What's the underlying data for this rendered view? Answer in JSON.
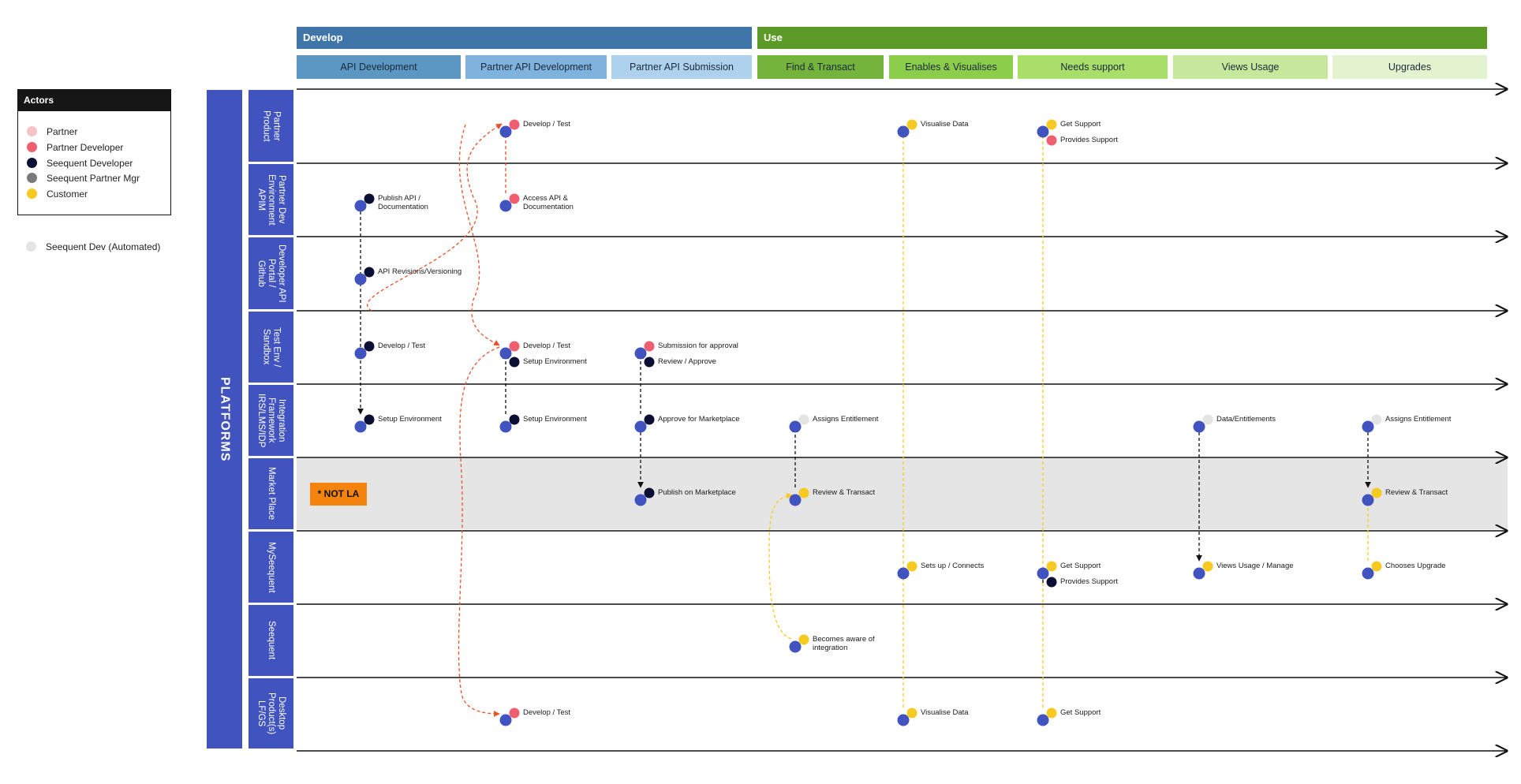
{
  "phases": [
    {
      "label": "Develop",
      "color": "#3f75a8"
    },
    {
      "label": "Use",
      "color": "#5c9a28"
    }
  ],
  "stages": [
    {
      "label": "API Development",
      "color": "#5b97c2"
    },
    {
      "label": "Partner API Development",
      "color": "#7fb2dd"
    },
    {
      "label": "Partner API Submission",
      "color": "#aed2ee"
    },
    {
      "label": "Find & Transact",
      "color": "#74b33c"
    },
    {
      "label": "Enables & Visualises",
      "color": "#8dcd4c"
    },
    {
      "label": "Needs support",
      "color": "#aade6a"
    },
    {
      "label": "Views Usage",
      "color": "#c6e89c"
    },
    {
      "label": "Upgrades",
      "color": "#e3f3cf"
    }
  ],
  "legend": {
    "title": "Actors",
    "items": [
      {
        "label": "Partner",
        "color": "#f5c2c6"
      },
      {
        "label": "Partner Developer",
        "color": "#ef5f70"
      },
      {
        "label": "Seequent Developer",
        "color": "#0b0f33"
      },
      {
        "label": "Seequent Partner Mgr",
        "color": "#7a7a7a"
      },
      {
        "label": "Customer",
        "color": "#f7ca22"
      }
    ],
    "extra": {
      "label": "Seequent Dev (Automated)",
      "color": "#e4e4e4"
    }
  },
  "platforms_title": "PLATFORMS",
  "lanes": [
    {
      "label": "Partner\nProduct"
    },
    {
      "label": "Partner Dev\nEnvironment\nAPIM"
    },
    {
      "label": "Developer API\nPortal /\nGithub"
    },
    {
      "label": "Test Env /\nSandbox"
    },
    {
      "label": "Integration\nFramework\nIRS/LMS/IDP"
    },
    {
      "label": "Market Place"
    },
    {
      "label": "MySeequent"
    },
    {
      "label": "Seequent"
    },
    {
      "label": "Desktop\nProduct(s)\nLF/GS"
    }
  ],
  "highlighted_lane": "Market Place",
  "note": "* NOT LA",
  "colors": {
    "platform_blue": "#4053bf",
    "lane_highlight": "#e5e5e5",
    "develop_arrow": "#e8532a",
    "customer_arrow": "#f7ca22",
    "internal_arrow": "#111111"
  },
  "events": [
    {
      "col": "api",
      "lane": 1,
      "actor": "Seequent Developer",
      "label": "Publish API /\nDocumentation"
    },
    {
      "col": "api",
      "lane": 2,
      "actor": "Seequent Developer",
      "label": "API Revisions/Versioning"
    },
    {
      "col": "api",
      "lane": 3,
      "actor": "Seequent Developer",
      "label": "Develop / Test"
    },
    {
      "col": "api",
      "lane": 4,
      "actor": "Seequent Developer",
      "label": "Setup Environment"
    },
    {
      "col": "partner",
      "lane": 0,
      "actor": "Partner Developer",
      "label": "Develop / Test"
    },
    {
      "col": "partner",
      "lane": 1,
      "actor": "Partner Developer",
      "label": "Access API &\nDocumentation"
    },
    {
      "col": "partner",
      "lane": 3,
      "actor": "Partner Developer",
      "label": "Develop / Test"
    },
    {
      "col": "partner",
      "lane": 3,
      "actor": "Seequent Developer",
      "label": "Setup Environment",
      "sub": true
    },
    {
      "col": "partner",
      "lane": 4,
      "actor": "Seequent Developer",
      "label": "Setup Environment"
    },
    {
      "col": "partner",
      "lane": 8,
      "actor": "Partner Developer",
      "label": "Develop / Test"
    },
    {
      "col": "submission",
      "lane": 3,
      "actor": "Partner Developer",
      "label": "Submission for approval"
    },
    {
      "col": "submission",
      "lane": 3,
      "actor": "Seequent Developer",
      "label": "Review / Approve",
      "sub": true
    },
    {
      "col": "submission",
      "lane": 4,
      "actor": "Seequent Developer",
      "label": "Approve for Marketplace"
    },
    {
      "col": "submission",
      "lane": 5,
      "actor": "Seequent Developer",
      "label": "Publish on Marketplace"
    },
    {
      "col": "find",
      "lane": 4,
      "actor": "Seequent Dev (Automated)",
      "label": "Assigns Entitlement"
    },
    {
      "col": "find",
      "lane": 5,
      "actor": "Customer",
      "label": "Review & Transact"
    },
    {
      "col": "find",
      "lane": 7,
      "actor": "Customer",
      "label": "Becomes aware of\nintegration"
    },
    {
      "col": "enable",
      "lane": 0,
      "actor": "Customer",
      "label": "Visualise Data"
    },
    {
      "col": "enable",
      "lane": 6,
      "actor": "Customer",
      "label": "Sets up / Connects"
    },
    {
      "col": "enable",
      "lane": 8,
      "actor": "Customer",
      "label": "Visualise Data"
    },
    {
      "col": "support",
      "lane": 0,
      "actor": "Customer",
      "label": "Get Support"
    },
    {
      "col": "support",
      "lane": 0,
      "actor": "Partner Developer",
      "label": "Provides Support",
      "sub": true
    },
    {
      "col": "support",
      "lane": 6,
      "actor": "Customer",
      "label": "Get Support"
    },
    {
      "col": "support",
      "lane": 6,
      "actor": "Seequent Developer",
      "label": "Provides Support",
      "sub": true
    },
    {
      "col": "support",
      "lane": 8,
      "actor": "Customer",
      "label": "Get Support"
    },
    {
      "col": "usage",
      "lane": 4,
      "actor": "Seequent Dev (Automated)",
      "label": "Data/Entitlements"
    },
    {
      "col": "usage",
      "lane": 6,
      "actor": "Customer",
      "label": "Views Usage / Manage"
    },
    {
      "col": "upgrade",
      "lane": 4,
      "actor": "Seequent Dev (Automated)",
      "label": "Assigns Entitlement"
    },
    {
      "col": "upgrade",
      "lane": 5,
      "actor": "Customer",
      "label": "Review & Transact"
    },
    {
      "col": "upgrade",
      "lane": 6,
      "actor": "Customer",
      "label": "Chooses Upgrade"
    }
  ],
  "flows": [
    {
      "col": "api",
      "from_lane": 1,
      "to_lane": 4,
      "style": "internal"
    },
    {
      "col": "partner",
      "from_lane": 1,
      "to_lane": 0,
      "style": "develop"
    },
    {
      "col": "partner",
      "from_lane": 4,
      "to_lane": 3,
      "style": "internal"
    },
    {
      "col": "submission",
      "from_lane": 4,
      "to_lane": 3,
      "style": "internal"
    },
    {
      "col": "submission",
      "from_lane": 4,
      "to_lane": 5,
      "style": "internal"
    },
    {
      "col": "find",
      "from_lane": 5,
      "to_lane": 4,
      "style": "internal"
    },
    {
      "col": "enable",
      "from_lane": 8,
      "to_lane": 0,
      "style": "customer"
    },
    {
      "col": "support",
      "from_lane": 8,
      "to_lane": 0,
      "style": "customer"
    },
    {
      "col": "support",
      "from_lane": 6,
      "to_lane": 6,
      "style": "internal"
    },
    {
      "col": "usage",
      "from_lane": 4,
      "to_lane": 6,
      "style": "internal"
    },
    {
      "col": "upgrade",
      "from_lane": 4,
      "to_lane": 5,
      "style": "internal"
    },
    {
      "col": "upgrade",
      "from_lane": 6,
      "to_lane": 5,
      "style": "customer"
    }
  ]
}
